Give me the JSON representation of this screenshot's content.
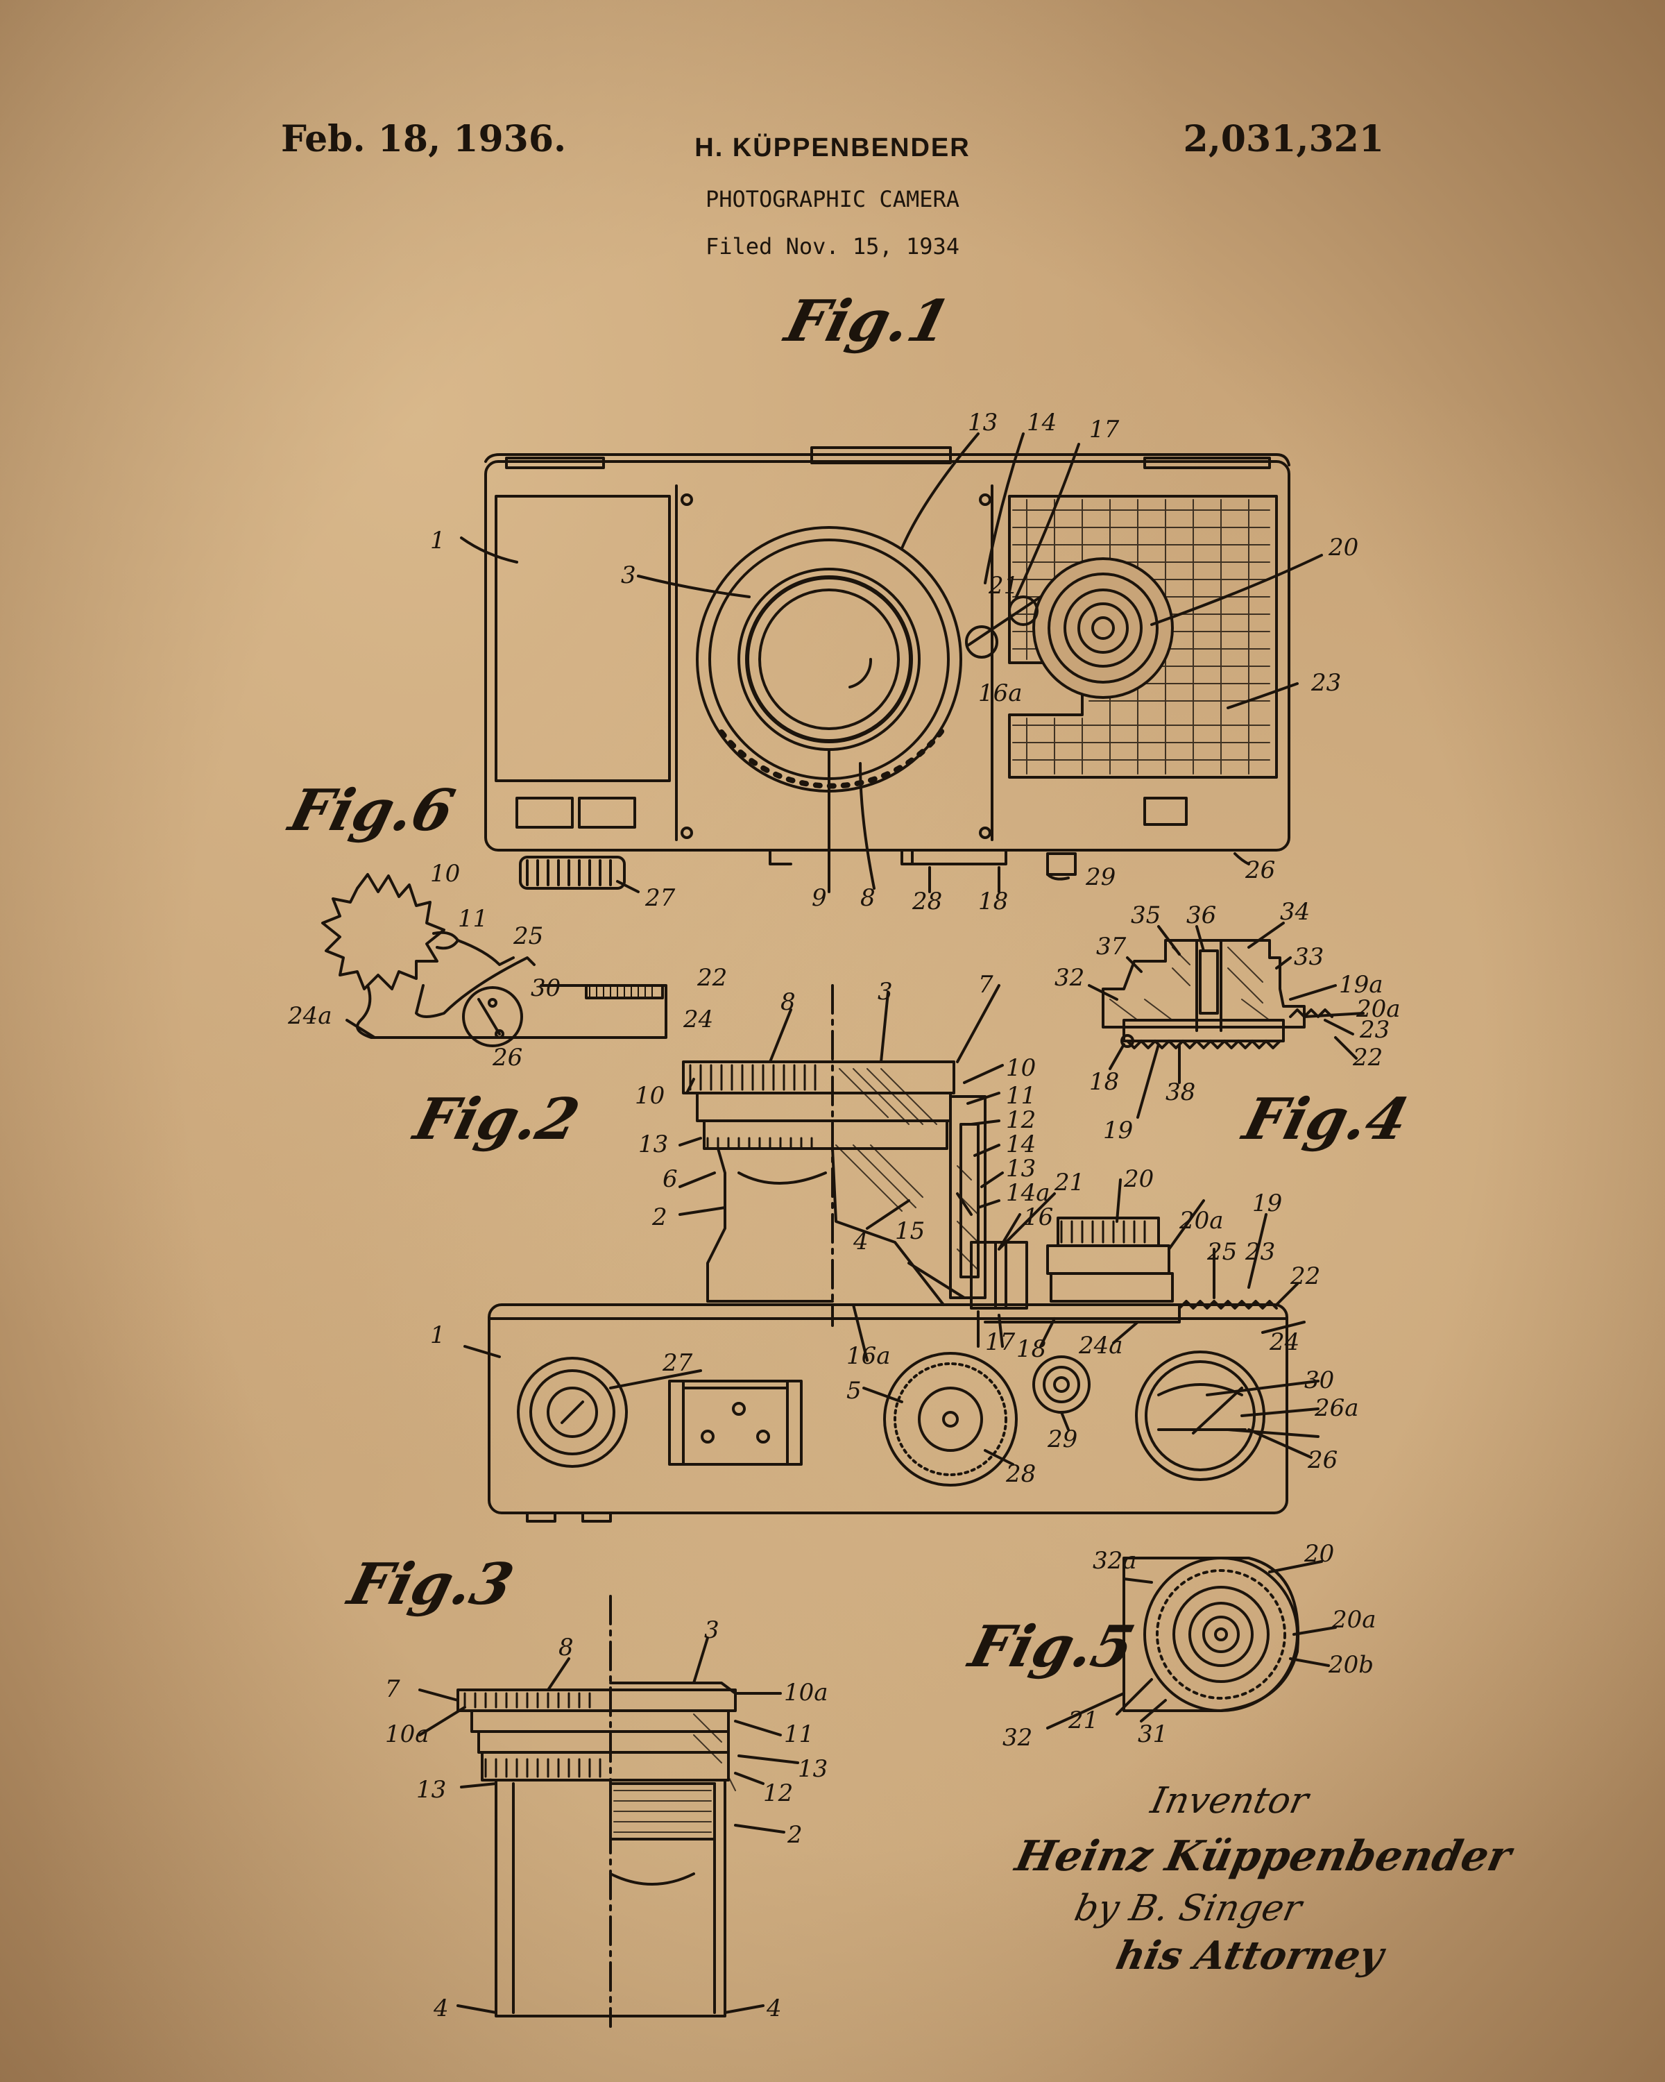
{
  "header": {
    "date": "Feb. 18, 1936.",
    "inventor_name": "H. KÜPPENBENDER",
    "title": "PHOTOGRAPHIC CAMERA",
    "filed": "Filed Nov. 15, 1934",
    "patent_number": "2,031,321"
  },
  "figures": {
    "fig1": "Fig.1",
    "fig2": "Fig.2",
    "fig3": "Fig.3",
    "fig4": "Fig.4",
    "fig5": "Fig.5",
    "fig6": "Fig.6"
  },
  "ref_numerals": {
    "fig1": [
      "1",
      "3",
      "13",
      "14",
      "17",
      "20",
      "21",
      "16a",
      "23",
      "9",
      "8",
      "28",
      "18",
      "29",
      "26",
      "27"
    ],
    "fig6": [
      "10",
      "11",
      "25",
      "30",
      "22",
      "24a",
      "24",
      "26"
    ],
    "fig4": [
      "35",
      "36",
      "34",
      "37",
      "33",
      "32",
      "19a",
      "20a",
      "23",
      "22",
      "18",
      "38",
      "19"
    ],
    "fig2": [
      "8",
      "3",
      "7",
      "10",
      "10",
      "11",
      "12",
      "13",
      "14",
      "13",
      "14a",
      "6",
      "2",
      "15",
      "16",
      "21",
      "20",
      "20a",
      "19",
      "25",
      "23",
      "22",
      "4",
      "1",
      "27",
      "16a",
      "17",
      "18",
      "24a",
      "24",
      "30",
      "26a",
      "5",
      "29",
      "28",
      "26"
    ],
    "fig3": [
      "8",
      "3",
      "7",
      "10a",
      "10a",
      "11",
      "13",
      "13",
      "12",
      "2",
      "4",
      "4"
    ],
    "fig5": [
      "32a",
      "20",
      "20a",
      "20b",
      "32",
      "21",
      "31"
    ]
  },
  "signature": {
    "inventor_label": "Inventor",
    "inventor": "Heinz Küppenbender",
    "by_attorney": "by B. Singer",
    "attorney_label": "his Attorney"
  },
  "colors": {
    "paper": "#c8a478",
    "ink": "#1c140c"
  }
}
